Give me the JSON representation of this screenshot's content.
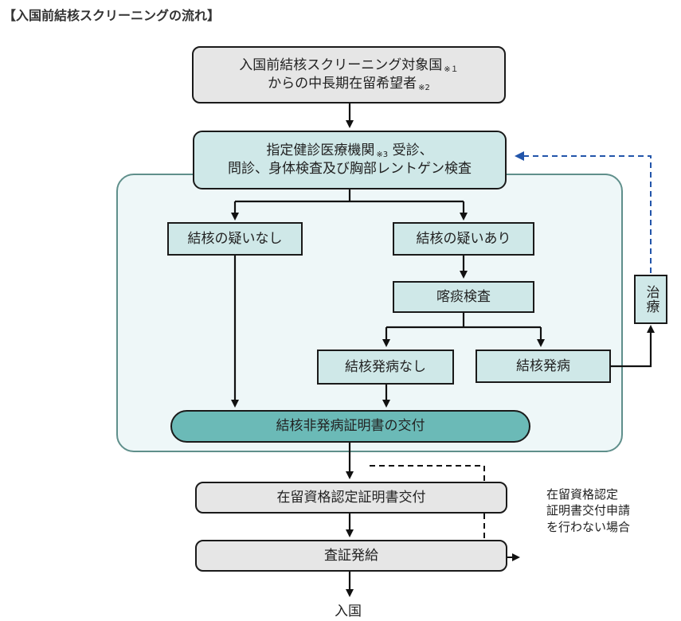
{
  "title": "【入国前結核スクリーニングの流れ】",
  "nodes": {
    "start": {
      "line1": "入国前結核スクリーニング対象国",
      "note1": "※１",
      "line2": "からの中長期在留希望者",
      "note2": "※2"
    },
    "exam": {
      "line1a": "指定健診医療機関",
      "note": "※3",
      "line1b": " 受診、",
      "line2": "問診、身体検査及び胸部レントゲン検査"
    },
    "no_suspicion": "結核の疑いなし",
    "suspicion": "結核の疑いあり",
    "sputum_test": "喀痰検査",
    "no_disease": "結核発病なし",
    "disease": "結核発病",
    "treatment": "治療",
    "certificate": "結核非発病証明書の交付",
    "coe_issue": "在留資格認定証明書交付",
    "visa_issue": "査証発給",
    "entry": "入国"
  },
  "side_note": {
    "line1": "在留資格認定",
    "line2": "証明書交付申請",
    "line3": "を行わない場合"
  },
  "colors": {
    "gray_box": "#e6e6e6",
    "teal_light": "#cfe8e8",
    "teal_pill": "#6bbab7",
    "container_bg": "#eef7f8",
    "container_border": "#5f8f8b",
    "feedback_arrow": "#2255aa"
  }
}
